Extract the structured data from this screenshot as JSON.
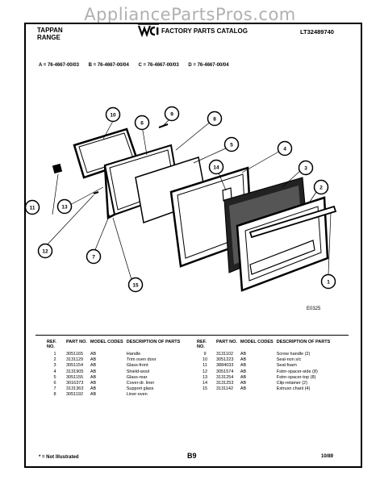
{
  "watermark": "AppliancePartsPros.com",
  "header": {
    "brand_line1": "TAPPAN",
    "brand_line2": "RANGE",
    "catalog_title": "FACTORY PARTS CATALOG",
    "model": "LT32489740"
  },
  "variants": [
    "A = 76-4667-00/03",
    "B = 76-4667-00/04",
    "C = 76-4667-00/03",
    "D = 76-4667-00/04"
  ],
  "diagram": {
    "code": "E0325",
    "callouts": [
      "1",
      "2",
      "3",
      "4",
      "5",
      "6",
      "7",
      "8",
      "9",
      "10",
      "11",
      "12",
      "13",
      "14",
      "15"
    ]
  },
  "parts_headers": {
    "ref": "REF. NO.",
    "part": "PART NO.",
    "model": "MODEL CODES",
    "desc": "DESCRIPTION OF PARTS"
  },
  "parts_left": [
    {
      "ref": "1",
      "part": "3051165",
      "codes": "AB",
      "desc": "Handle"
    },
    {
      "ref": "2",
      "part": "3131129",
      "codes": "AB",
      "desc": "Trim oven door"
    },
    {
      "ref": "3",
      "part": "3051154",
      "codes": "AB",
      "desc": "Glass-front"
    },
    {
      "ref": "4",
      "part": "3131905",
      "codes": "AB",
      "desc": "Shield-wool"
    },
    {
      "ref": "5",
      "part": "3051155",
      "codes": "AB",
      "desc": "Glass-rear"
    },
    {
      "ref": "6",
      "part": "3016373",
      "codes": "AB",
      "desc": "Cover-dr. liner"
    },
    {
      "ref": "7",
      "part": "3131363",
      "codes": "AB",
      "desc": "Support glass"
    },
    {
      "ref": "8",
      "part": "3051192",
      "codes": "AB",
      "desc": "Liner-oven"
    }
  ],
  "parts_right": [
    {
      "ref": "9",
      "part": "3131102",
      "codes": "AB",
      "desc": "Screw handle (2)"
    },
    {
      "ref": "10",
      "part": "3051223",
      "codes": "AB",
      "desc": "Seal-non s/c"
    },
    {
      "ref": "11",
      "part": "3884033",
      "codes": "AB",
      "desc": "Seal-foam"
    },
    {
      "ref": "12",
      "part": "3051574",
      "codes": "AB",
      "desc": "Fstnr-spacer-side (8)"
    },
    {
      "ref": "13",
      "part": "3131254",
      "codes": "AB",
      "desc": "Fstnr-spacer-top (8)"
    },
    {
      "ref": "14",
      "part": "3131253",
      "codes": "AB",
      "desc": "Clip-retainer (2)"
    },
    {
      "ref": "15",
      "part": "3131142",
      "codes": "AB",
      "desc": "Extrusn chanl (4)"
    }
  ],
  "footnote": "* = Not Illustrated",
  "page_number": "B9",
  "date": "10/89"
}
